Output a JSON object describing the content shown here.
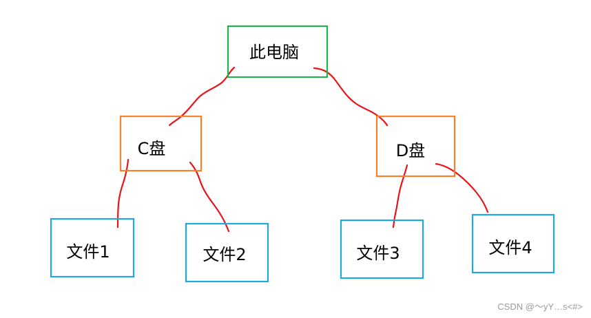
{
  "nodes": {
    "root": {
      "label": "此电脑",
      "color": "#22b14c"
    },
    "c_drive": {
      "label": "C盘",
      "color": "#f5822a"
    },
    "d_drive": {
      "label": "D盘",
      "color": "#f5822a"
    },
    "file1": {
      "label": "文件1",
      "color": "#1ea7e1"
    },
    "file2": {
      "label": "文件2",
      "color": "#1ea7e1"
    },
    "file3": {
      "label": "文件3",
      "color": "#1ea7e1"
    },
    "file4": {
      "label": "文件4",
      "color": "#1ea7e1"
    }
  },
  "edges": {
    "color": "#e8141a",
    "links": [
      [
        "root",
        "c_drive"
      ],
      [
        "root",
        "d_drive"
      ],
      [
        "c_drive",
        "file1"
      ],
      [
        "c_drive",
        "file2"
      ],
      [
        "d_drive",
        "file3"
      ],
      [
        "d_drive",
        "file4"
      ]
    ]
  },
  "watermark": "CSDN @～yY…s<#>"
}
